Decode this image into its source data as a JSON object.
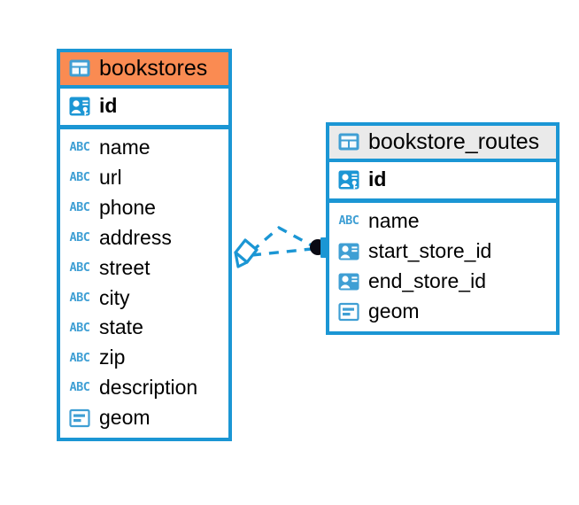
{
  "diagram": {
    "type": "entity-relationship-diagram",
    "background_color": "#ffffff",
    "accent_color": "#1b96d4",
    "selected_color": "#fa8b52",
    "unselected_header_color": "#eaeaea"
  },
  "tables": [
    {
      "name": "bookstores",
      "selected": true,
      "header_icon": "table-grid-icon",
      "keys": [
        {
          "label": "id",
          "icon": "primary-key-icon"
        }
      ],
      "fields": [
        {
          "label": "name",
          "icon": "text-abc-icon"
        },
        {
          "label": "url",
          "icon": "text-abc-icon"
        },
        {
          "label": "phone",
          "icon": "text-abc-icon"
        },
        {
          "label": "address",
          "icon": "text-abc-icon"
        },
        {
          "label": "street",
          "icon": "text-abc-icon"
        },
        {
          "label": "city",
          "icon": "text-abc-icon"
        },
        {
          "label": "state",
          "icon": "text-abc-icon"
        },
        {
          "label": "zip",
          "icon": "text-abc-icon"
        },
        {
          "label": "description",
          "icon": "text-abc-icon"
        },
        {
          "label": "geom",
          "icon": "geometry-blob-icon"
        }
      ]
    },
    {
      "name": "bookstore_routes",
      "selected": false,
      "header_icon": "table-grid-icon",
      "keys": [
        {
          "label": "id",
          "icon": "primary-key-icon"
        }
      ],
      "fields": [
        {
          "label": "name",
          "icon": "text-abc-icon"
        },
        {
          "label": "start_store_id",
          "icon": "foreign-key-icon"
        },
        {
          "label": "end_store_id",
          "icon": "foreign-key-icon"
        },
        {
          "label": "geom",
          "icon": "geometry-blob-icon"
        }
      ]
    }
  ],
  "relationship": {
    "from_table": "bookstores",
    "to_table": "bookstore_routes",
    "line_style": "dashed",
    "line_color": "#1b96d4",
    "source_endpoint": "diamond-open",
    "target_endpoint": "filled-circle",
    "target_endpoint_color": "#000000"
  }
}
